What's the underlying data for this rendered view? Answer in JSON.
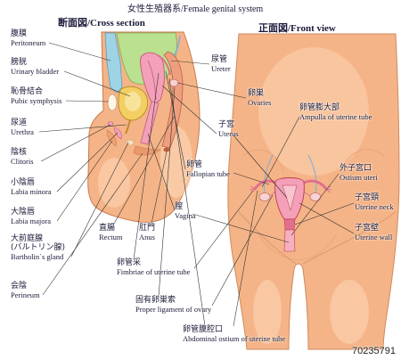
{
  "title": "女性生殖器系/Female genital system",
  "headings": {
    "cross_section": "断面図/Cross section",
    "front_view": "正面図/Front view"
  },
  "labels": {
    "peritoneum": {
      "ja": "腹膜",
      "en": "Peritoneum"
    },
    "urinary_bladder": {
      "ja": "膀胱",
      "en": "Urinary bladder"
    },
    "pubic_symphysis": {
      "ja": "恥骨結合",
      "en": "Pubic symphysis"
    },
    "urethra": {
      "ja": "尿道",
      "en": "Urethra"
    },
    "clitoris": {
      "ja": "陰核",
      "en": "Clitoris"
    },
    "labia_minora": {
      "ja": "小陰唇",
      "en": "Labia minora"
    },
    "labia_majora": {
      "ja": "大陰唇",
      "en": "Labia majora"
    },
    "bartholin": {
      "ja": "大前庭腺",
      "ja_alt": "(バルトリン腺)",
      "en": "Bartholin`s gland"
    },
    "perineum": {
      "ja": "会陰",
      "en": "Perineum"
    },
    "ureter": {
      "ja": "尿管",
      "en": "Ureter"
    },
    "ovaries": {
      "ja": "卵巣",
      "en": "Ovaries"
    },
    "uterus": {
      "ja": "子宮",
      "en": "Uterus"
    },
    "ampulla": {
      "ja": "卵管膨大部",
      "en": "Ampulla of uterine tube"
    },
    "fallopian_tube": {
      "ja": "卵管",
      "en": "Fallopian tube"
    },
    "ostium_uteri": {
      "ja": "外子宮口",
      "en": "Ostium uteri"
    },
    "uterine_neck": {
      "ja": "子宮頸",
      "en": "Uterine neck"
    },
    "uterine_wall": {
      "ja": "子宮壁",
      "en": "Uterine wall"
    },
    "vagina": {
      "ja": "膣",
      "en": "Vagina"
    },
    "rectum": {
      "ja": "直腸",
      "en": "Rectum"
    },
    "anus": {
      "ja": "肛門",
      "en": "Anus"
    },
    "fimbriae": {
      "ja": "卵管采",
      "en": "Fimbriae of uterine tube"
    },
    "proper_ligament": {
      "ja": "固有卵巣索",
      "en": "Proper ligament of ovary"
    },
    "abdominal_ostium": {
      "ja": "卵管腹腔口",
      "en": "Abdominal ostium of uterine tube"
    }
  },
  "watermark": "70235791",
  "colors": {
    "skin": "#f5b487",
    "skin_light": "#fbd3b2",
    "peritoneum": "#9fd3e6",
    "cavity": "#b9e18f",
    "bladder": "#f3cf63",
    "bladder_lumen": "#f8e39a",
    "uterus": "#f3a0b8",
    "uterus_dark": "#e0708e",
    "rectum": "#ee9f80",
    "ovary": "#f9d3d3",
    "bone": "#fff6e6",
    "vessel": "#7aaee0",
    "leader": "#333333"
  }
}
